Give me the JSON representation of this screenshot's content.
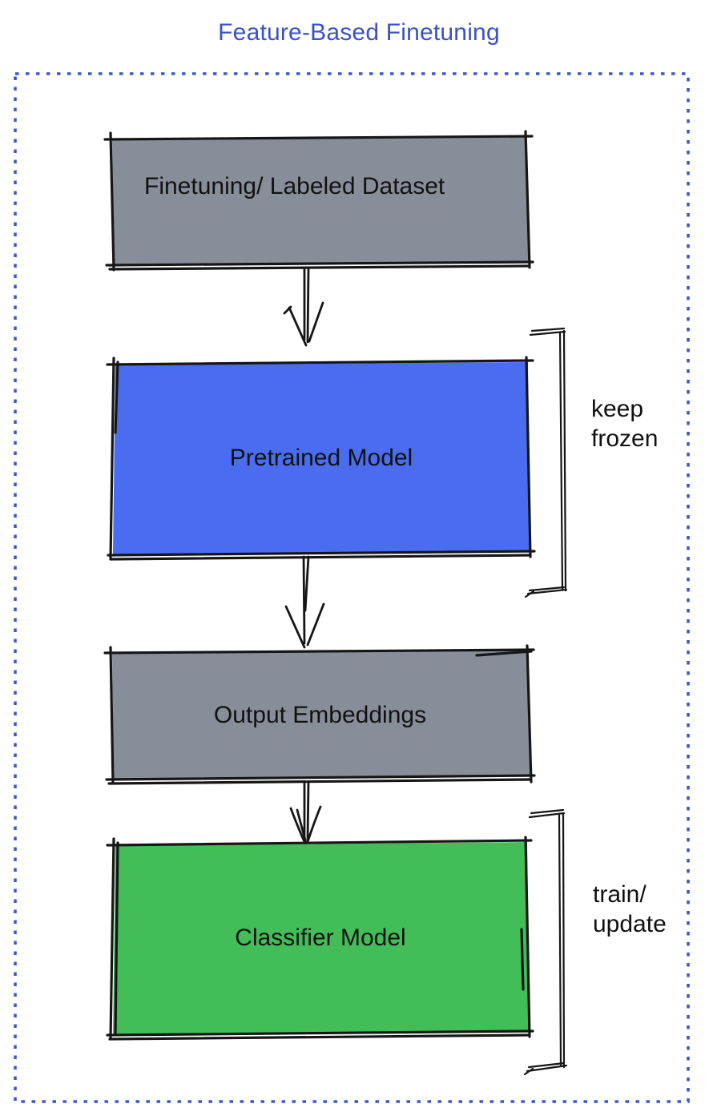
{
  "title": "Feature-Based Finetuning",
  "colors": {
    "title_blue": "#3B51C9",
    "border_blue": "#3D57CE",
    "box_gray": "#878E99",
    "box_blue": "#4A6DF0",
    "box_green": "#42BD58",
    "ink": "#161616"
  },
  "nodes": [
    {
      "id": "finetuning-dataset",
      "label": "Finetuning/ Labeled Dataset",
      "fill": "#878E99"
    },
    {
      "id": "pretrained-model",
      "label": "Pretrained Model",
      "fill": "#4A6DF0"
    },
    {
      "id": "output-embeddings",
      "label": "Output Embeddings",
      "fill": "#878E99"
    },
    {
      "id": "classifier-model",
      "label": "Classifier Model",
      "fill": "#42BD58"
    }
  ],
  "annotations": [
    {
      "id": "keep-frozen",
      "line1": "keep",
      "line2": "frozen"
    },
    {
      "id": "train-update",
      "line1": "train/",
      "line2": "update"
    }
  ]
}
